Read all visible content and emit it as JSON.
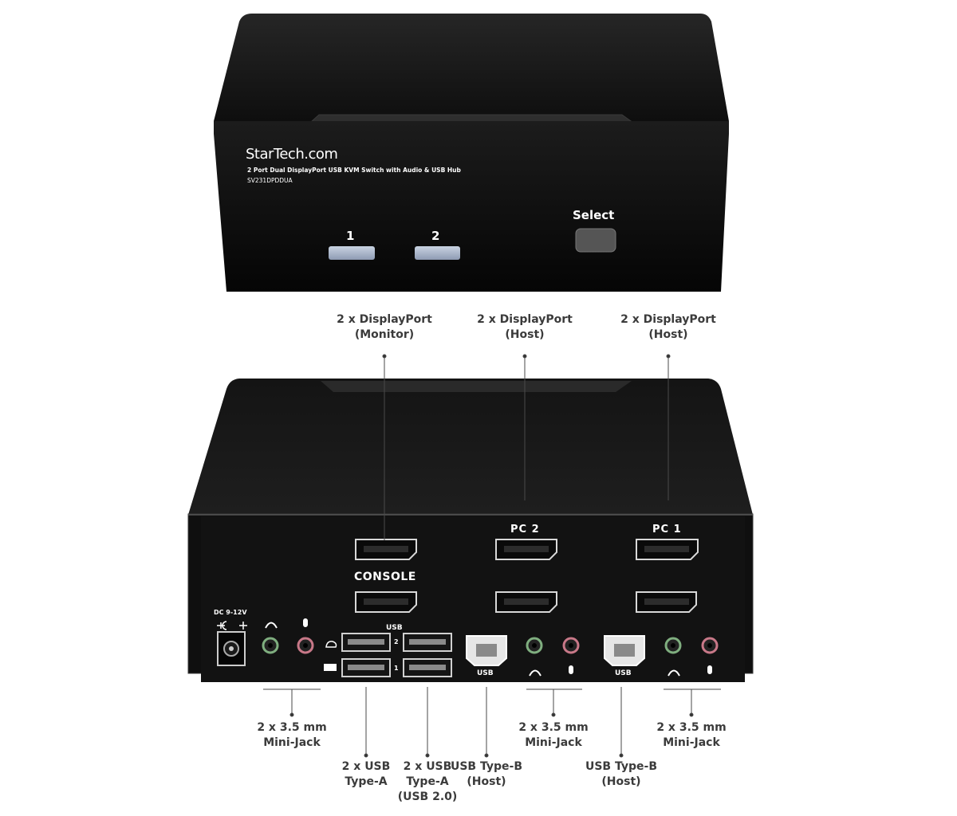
{
  "device": {
    "brand": "StarTech.com",
    "product_name": "2 Port Dual DisplayPort USB KVM Switch with Audio & USB Hub",
    "model": "SV231DPDDUA",
    "button_1": "1",
    "button_2": "2",
    "select_label": "Select"
  },
  "rear_panel": {
    "pc2_label": "PC 2",
    "pc1_label": "PC 1",
    "console_label": "CONSOLE",
    "dc_label": "DC 9-12V",
    "usb_hub_label": "USB",
    "usb_port_2": "2",
    "usb_port_1": "1",
    "usb_b_pc2": "USB",
    "usb_b_pc1": "USB"
  },
  "callouts": {
    "dp_monitor": [
      "2 x DisplayPort",
      "(Monitor)"
    ],
    "dp_host_pc2": [
      "2 x DisplayPort",
      "(Host)"
    ],
    "dp_host_pc1": [
      "2 x DisplayPort",
      "(Host)"
    ],
    "jack_console": [
      "2 x 3.5 mm",
      "Mini-Jack"
    ],
    "usb_a_console": [
      "2 x USB",
      "Type-A"
    ],
    "usb_a_hub": [
      "2 x USB",
      "Type-A",
      "(USB 2.0)"
    ],
    "usb_b_pc2": [
      "USB Type-B",
      "(Host)"
    ],
    "jack_pc2": [
      "2 x 3.5 mm",
      "Mini-Jack"
    ],
    "usb_b_pc1": [
      "USB Type-B",
      "(Host)"
    ],
    "jack_pc1": [
      "2 x 3.5 mm",
      "Mini-Jack"
    ]
  },
  "colors": {
    "chassis": "#151515",
    "led": "#a9b6cc",
    "green_jack": "#7fae7f",
    "pink_jack": "#c87888",
    "callout_text": "#3b3b3b"
  }
}
